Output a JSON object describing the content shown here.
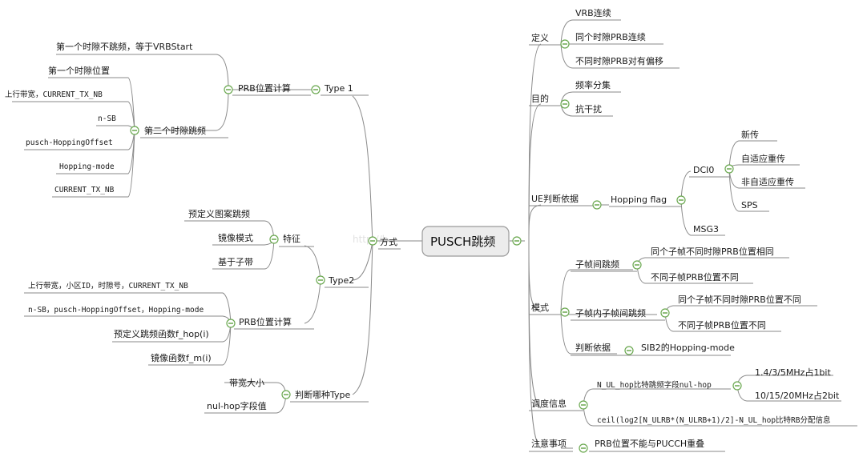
{
  "root": "PUSCH跳频",
  "watermark": "http://b",
  "left": {
    "fangshi": "方式",
    "type1": {
      "label": "Type 1",
      "prb_calc": "PRB位置计算",
      "first_slot": "第一个时隙不跳频，等于VRBStart",
      "second_slot": "第二个时隙跳频",
      "params": [
        "第一个时隙位置",
        "上行带宽，CURRENT_TX_NB",
        "n-SB",
        "pusch-HoppingOffset",
        "Hopping-mode",
        "CURRENT_TX_NB"
      ]
    },
    "type2": {
      "label": "Type2",
      "feature": "特征",
      "features": [
        "预定义图案跳频",
        "镜像模式",
        "基于子带"
      ],
      "prb_calc": "PRB位置计算",
      "prb_items": [
        "上行带宽，小区ID，时隙号，CURRENT_TX_NB",
        "n-SB，pusch-HoppingOffset，Hopping-mode",
        "预定义跳频函数f_hop(i)",
        "镜像函数f_m(i)"
      ]
    },
    "judge": {
      "label": "判断哪种Type",
      "items": [
        "带宽大小",
        "nul-hop字段值"
      ]
    }
  },
  "right": {
    "def": {
      "label": "定义",
      "items": [
        "VRB连续",
        "同个时隙PRB连续",
        "不同时隙PRB对有偏移"
      ]
    },
    "purpose": {
      "label": "目的",
      "items": [
        "频率分集",
        "抗干扰"
      ]
    },
    "ue": {
      "label": "UE判断依据",
      "flag": "Hopping flag",
      "dci0": "DCI0",
      "dci0_items": [
        "新传",
        "自适应重传",
        "非自适应重传",
        "SPS"
      ],
      "msg3": "MSG3"
    },
    "mode": {
      "label": "模式",
      "inter": "子帧间跳频",
      "inter_items": [
        "同个子帧不同时隙PRB位置相同",
        "不同子帧PRB位置不同"
      ],
      "intra": "子帧内子帧间跳频",
      "intra_items": [
        "同个子帧不同时隙PRB位置不同",
        "不同子帧PRB位置不同"
      ],
      "basis": "判断依据",
      "basis_val": "SIB2的Hopping-mode"
    },
    "sched": {
      "label": "调度信息",
      "nul": "N_UL_hop比特跳频字段nul-hop",
      "nul_items": [
        "1.4/3/5MHz占1bit",
        "10/15/20MHz占2bit"
      ],
      "ceil": "ceil(log2[N_ULRB*(N_ULRB+1)/2]-N_UL_hop比特RB分配信息"
    },
    "note": {
      "label": "注意事项",
      "item": "PRB位置不能与PUCCH重叠"
    }
  }
}
